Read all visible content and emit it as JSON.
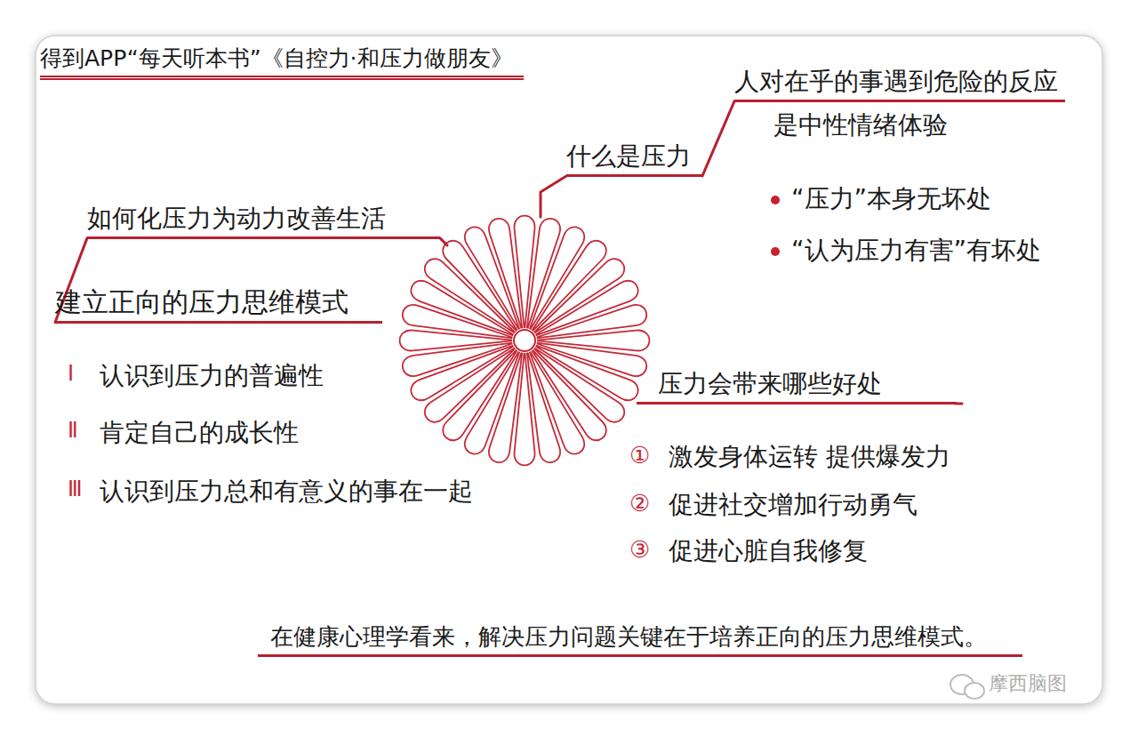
{
  "diagram": {
    "title": "得到APP“每天听本书”《自控力·和压力做朋友》",
    "caption": "在健康心理学看来，解决压力问题关键在于培养正向的压力思维模式。",
    "nodes": [
      {
        "text": [
          "什么是压力"
        ]
      },
      {
        "text": [
          "人对在乎的事遇到危险的反应",
          "是中性情绪体验"
        ]
      },
      {
        "text": [
          "压力会带来哪些好处"
        ]
      },
      {
        "text": [
          "如何化压力为动力改善生活"
        ]
      },
      {
        "text": [
          "建立正向的压力思维模式"
        ]
      }
    ],
    "edges": [
      {
        "from": 0,
        "to": 1,
        "arrow": "none"
      },
      {
        "from": 3,
        "to": 4,
        "arrow": "none"
      }
    ],
    "labels": [
      "“压力”本身无坏处",
      "“认为压力有害”有坏处",
      "①",
      "激发身体运转 提供爆发力",
      "②",
      "促进社交增加行动勇气",
      "③",
      "促进心脏自我修复",
      "Ⅰ",
      "认识到压力的普遍性",
      "Ⅱ",
      "肯定自己的成长性",
      "Ⅲ",
      "认识到压力总和有意义的事在一起",
      "摩西脑图"
    ]
  }
}
